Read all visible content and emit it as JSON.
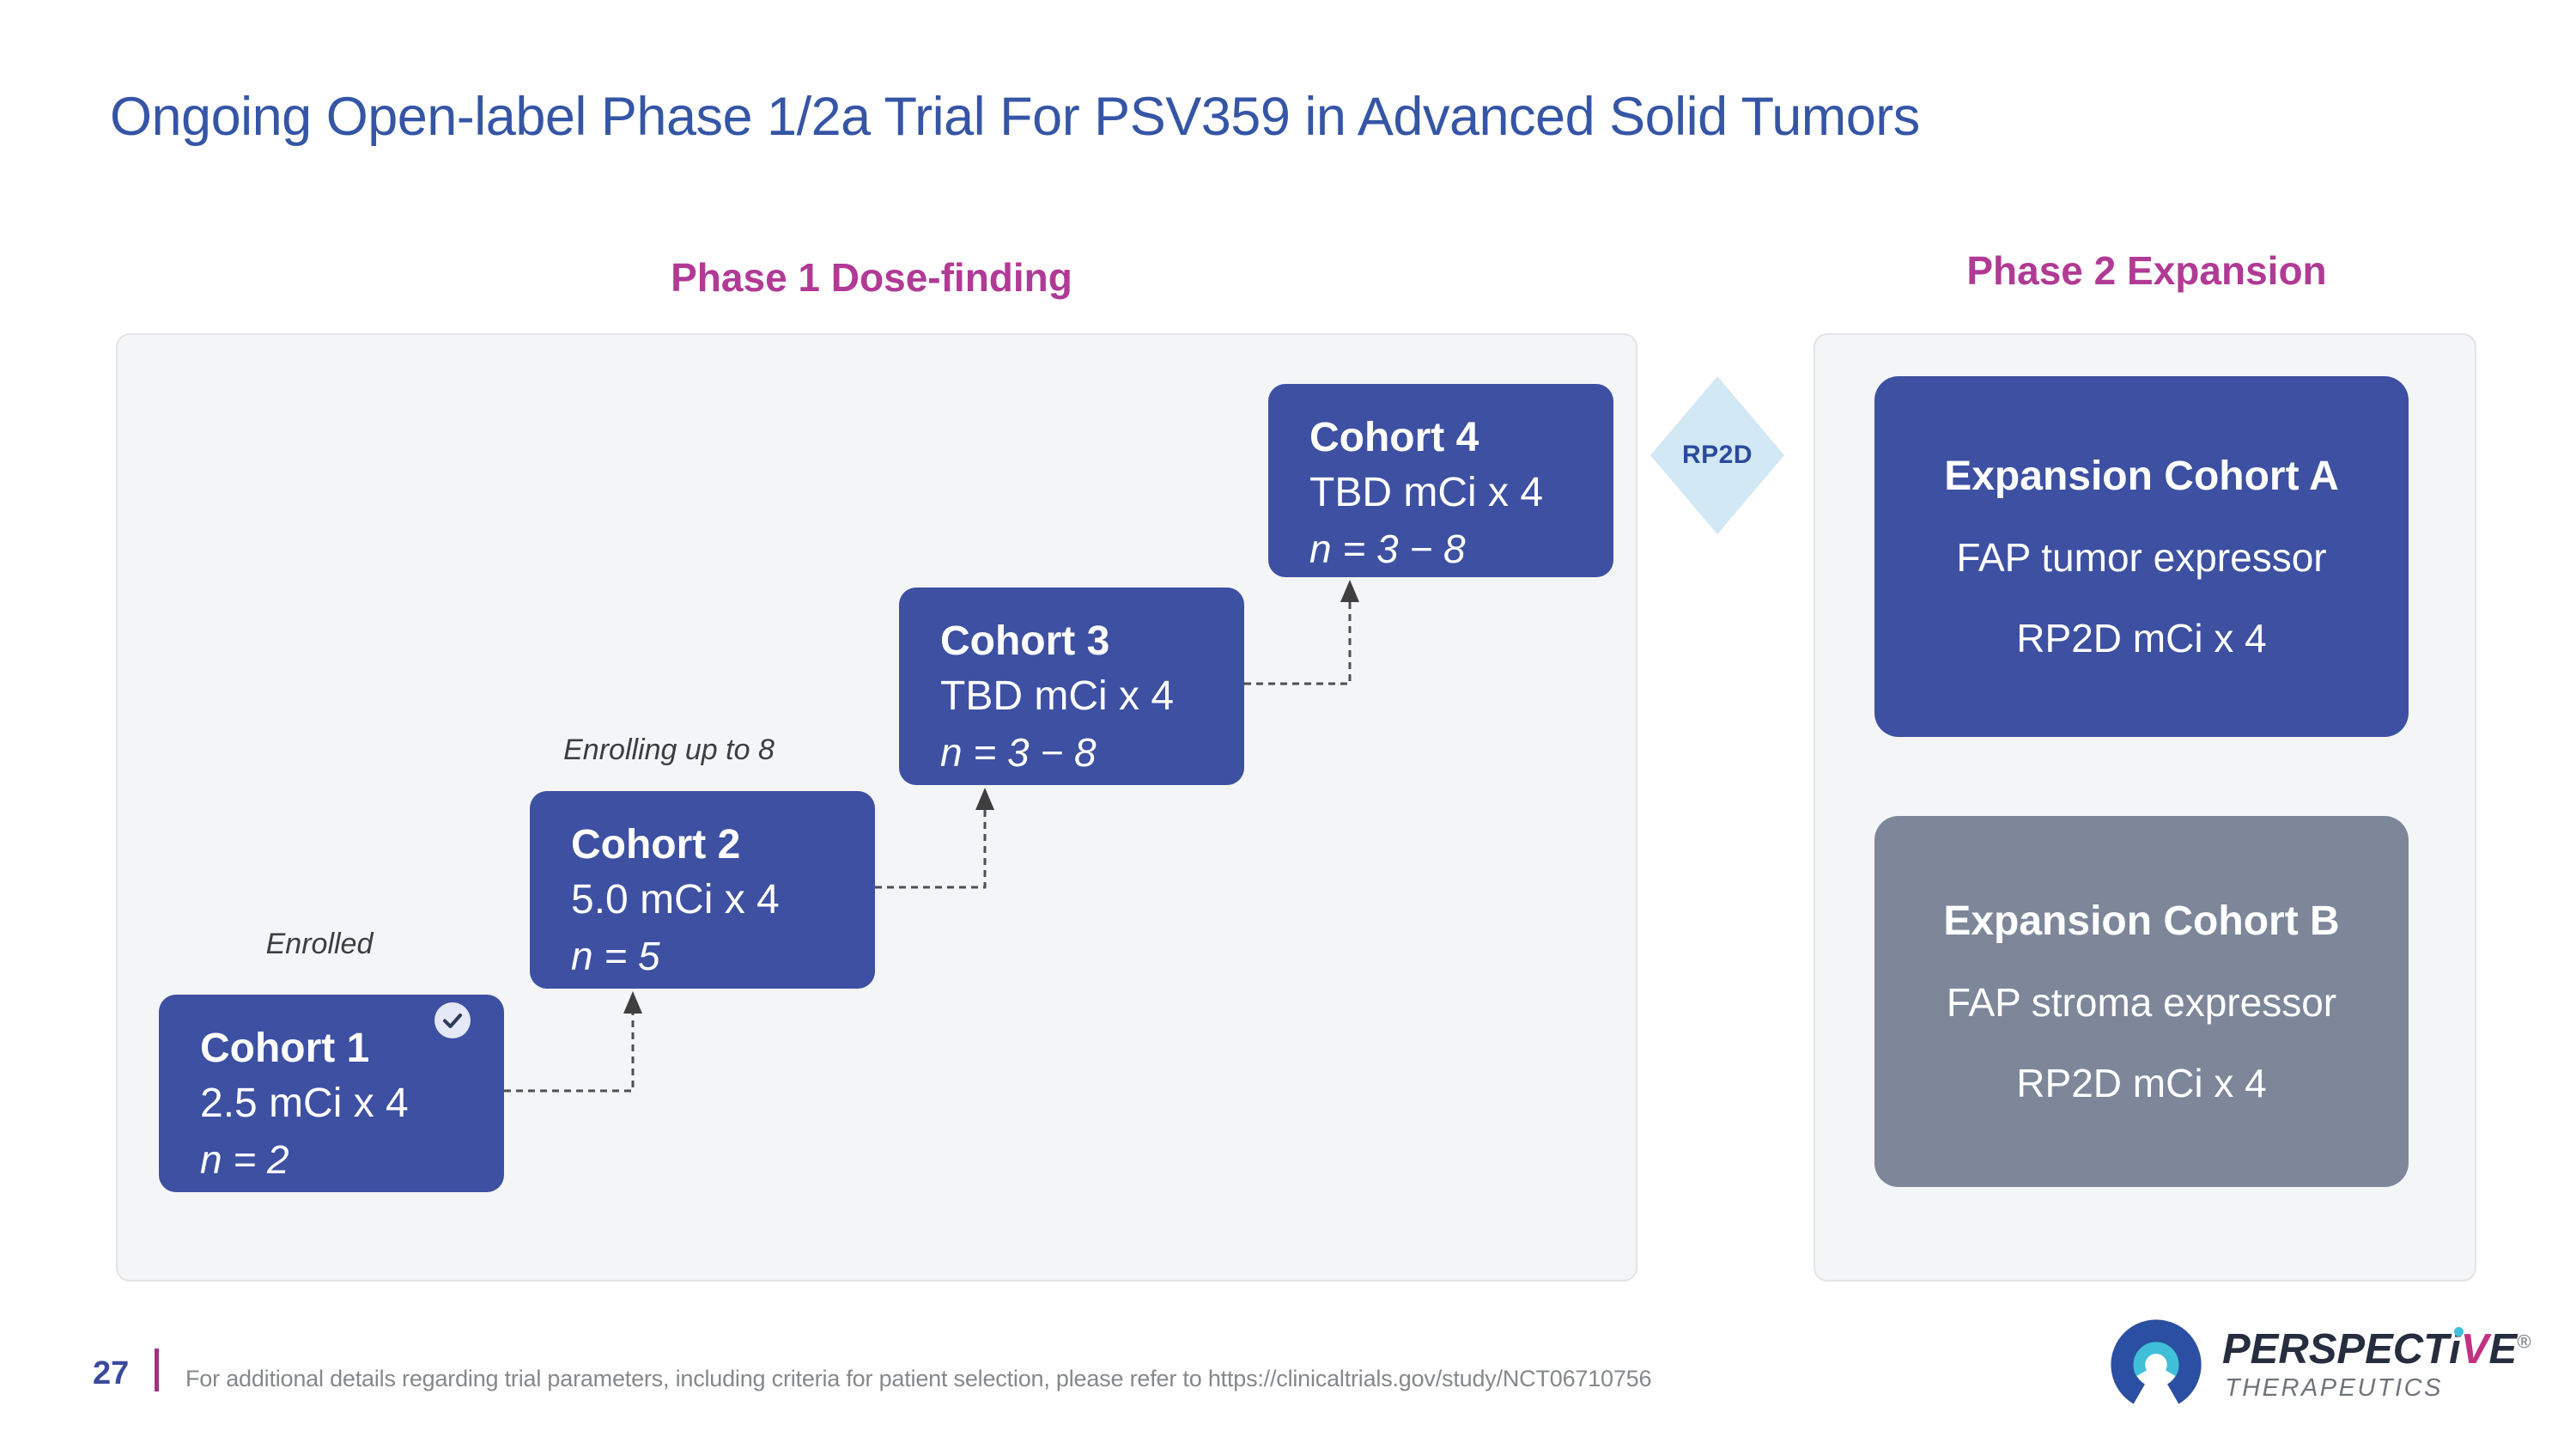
{
  "slide": {
    "title": "Ongoing Open-label Phase 1/2a Trial For PSV359 in Advanced Solid Tumors",
    "page_number": "27",
    "footnote": "For additional details regarding trial parameters, including criteria for patient selection, please refer to https://clinicaltrials.gov/study/NCT06710756"
  },
  "phase1": {
    "header": "Phase 1 Dose-finding",
    "cohorts": [
      {
        "name": "Cohort 1",
        "dose": "2.5 mCi x 4",
        "n": "n = 2",
        "status_label": "Enrolled",
        "status_icon": "check-circle-icon"
      },
      {
        "name": "Cohort 2",
        "dose": "5.0 mCi x 4",
        "n": "n = 5",
        "status_label": "Enrolling up to 8"
      },
      {
        "name": "Cohort 3",
        "dose": "TBD mCi x 4",
        "n": "n = 3 − 8"
      },
      {
        "name": "Cohort 4",
        "dose": "TBD mCi x 4",
        "n": "n = 3 − 8"
      }
    ]
  },
  "rp2d": {
    "label": "RP2D"
  },
  "phase2": {
    "header": "Phase 2 Expansion",
    "cohorts": [
      {
        "name": "Expansion Cohort A",
        "line2": "FAP tumor expressor",
        "line3": "RP2D mCi x 4",
        "color": "#3d50a2"
      },
      {
        "name": "Expansion Cohort B",
        "line2": "FAP stroma expressor",
        "line3": "RP2D mCi x 4",
        "color": "#7d8799"
      }
    ]
  },
  "logo": {
    "part1": "PERSPECT",
    "part_i": "i",
    "part_v": "V",
    "part_e": "E",
    "registered": "®",
    "sub": "THERAPEUTICS"
  },
  "colors": {
    "title_blue": "#3555a6",
    "phase_header_magenta": "#b13a95",
    "cohort_blue": "#3d50a2",
    "expansion_gray": "#7d8799",
    "diamond_light_blue": "#d2e8f4",
    "diamond_text_blue": "#2b4a9e",
    "panel_gray": "#f4f5f7",
    "footer_bar_magenta": "#a03180",
    "page_number_blue": "#3b4a9c",
    "logo_navy": "#2b4fa2",
    "logo_cyan": "#3fc0d8",
    "logo_magenta": "#c23284"
  }
}
